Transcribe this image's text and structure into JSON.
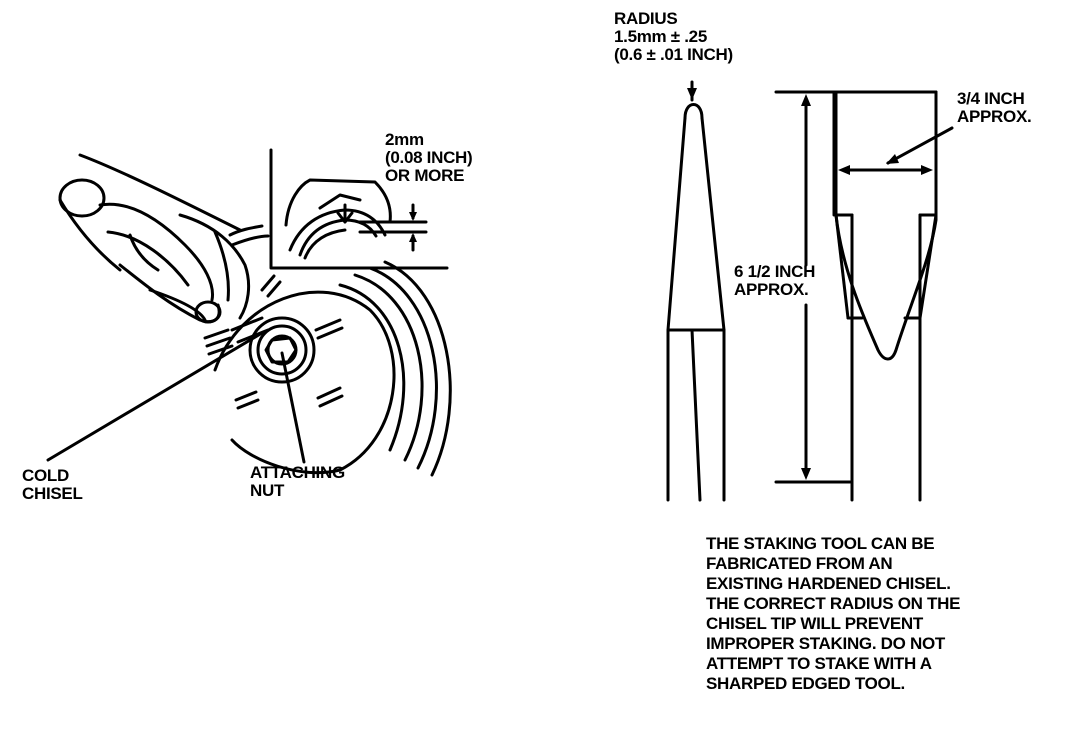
{
  "labels": {
    "radius": [
      "RADIUS",
      "1.5mm  ±  .25",
      "(0.6  ±  .01 INCH)"
    ],
    "gap": [
      "2mm",
      "(0.08 INCH)",
      "OR MORE"
    ],
    "width": [
      "3/4 INCH",
      "APPROX."
    ],
    "length": [
      "6 1/2 INCH",
      "APPROX."
    ],
    "cold_chisel": [
      "COLD",
      "CHISEL"
    ],
    "attaching_nut": [
      "ATTACHING",
      "NUT"
    ]
  },
  "note": [
    "THE STAKING TOOL CAN BE",
    "FABRICATED FROM AN",
    "EXISTING HARDENED CHISEL.",
    "THE CORRECT RADIUS ON THE",
    "CHISEL TIP WILL PREVENT",
    "IMPROPER STAKING. DO NOT",
    "ATTEMPT TO STAKE WITH A",
    "SHARPED EDGED TOOL."
  ]
}
